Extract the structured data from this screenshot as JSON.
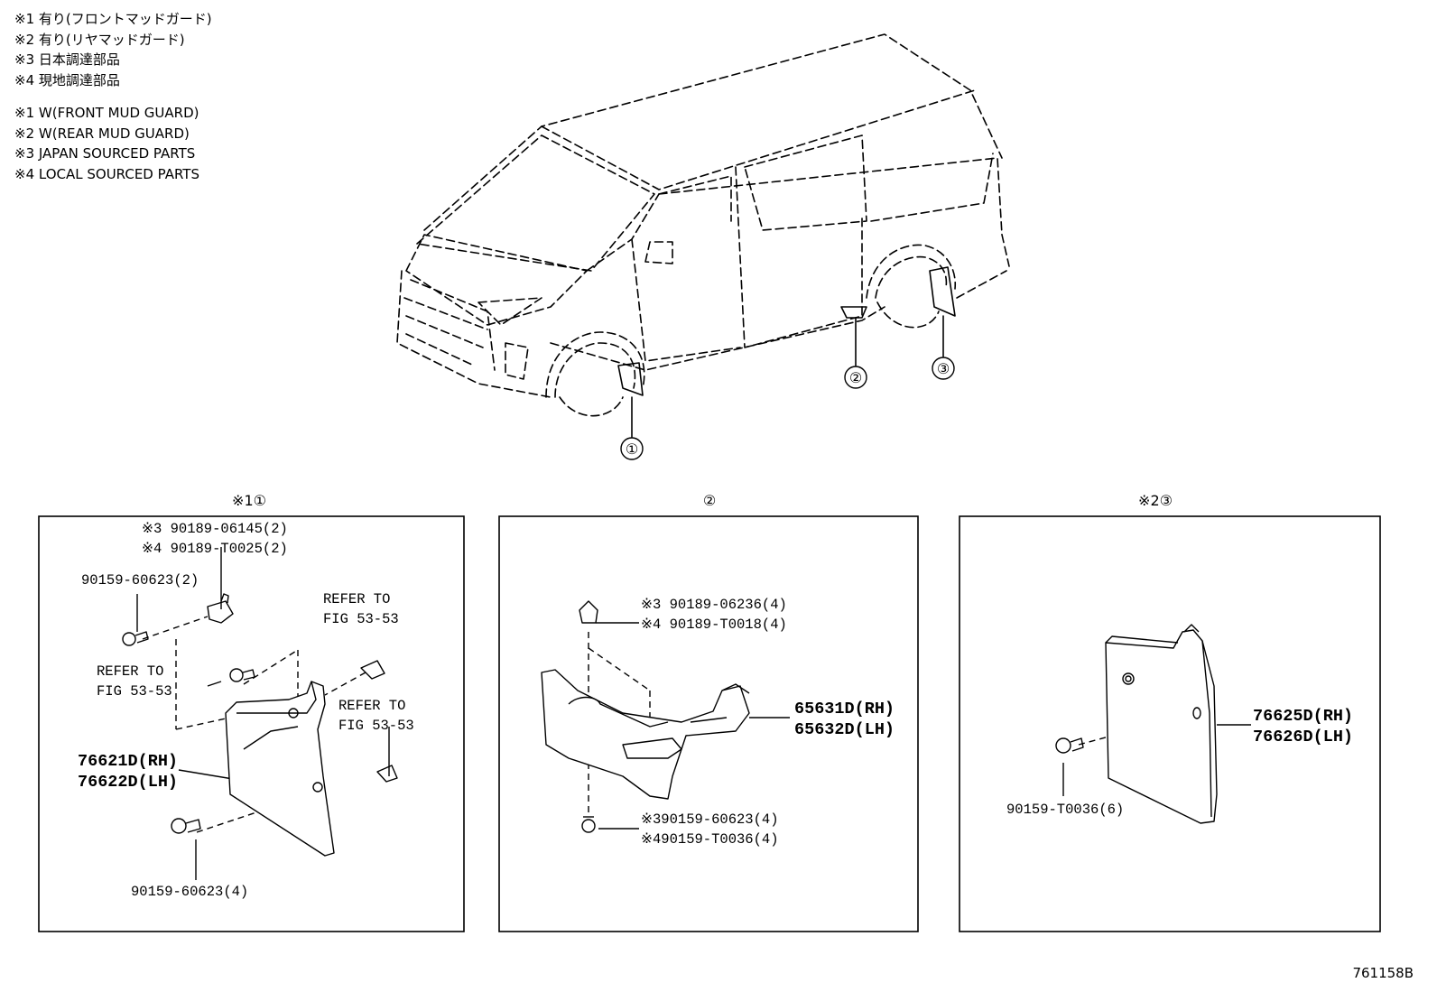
{
  "legend": {
    "jp": [
      "※1 有り(フロントマッドガード)",
      "※2 有り(リヤマッドガード)",
      "※3 日本調達部品",
      "※4 現地調達部品"
    ],
    "en": [
      "※1 W(FRONT MUD GUARD)",
      "※2 W(REAR MUD GUARD)",
      "※3 JAPAN SOURCED PARTS",
      "※4 LOCAL SOURCED PARTS"
    ]
  },
  "callouts": {
    "c1": "①",
    "c2": "②",
    "c3": "③"
  },
  "panels": {
    "p1": {
      "title": "※1①",
      "labels": {
        "a1": "※3 90189-06145(2)",
        "a2": "※4 90189-T0025(2)",
        "b1": "90159-60623(2)",
        "r1a": "REFER TO",
        "r1b": "FIG 53-53",
        "r2a": "REFER TO",
        "r2b": "FIG 53-53",
        "r3a": "REFER TO",
        "r3b": "FIG 53-53",
        "p1": "76621D(RH)",
        "p2": "76622D(LH)",
        "b2": "90159-60623(4)"
      }
    },
    "p2": {
      "title": "②",
      "labels": {
        "a1": "※3 90189-06236(4)",
        "a2": "※4 90189-T0018(4)",
        "p1": "65631D(RH)",
        "p2": "65632D(LH)",
        "b1": "※390159-60623(4)",
        "b2": "※490159-T0036(4)"
      }
    },
    "p3": {
      "title": "※2③",
      "labels": {
        "p1": "76625D(RH)",
        "p2": "76626D(LH)",
        "b1": "90159-T0036(6)"
      }
    }
  },
  "figure_code": "761158B"
}
